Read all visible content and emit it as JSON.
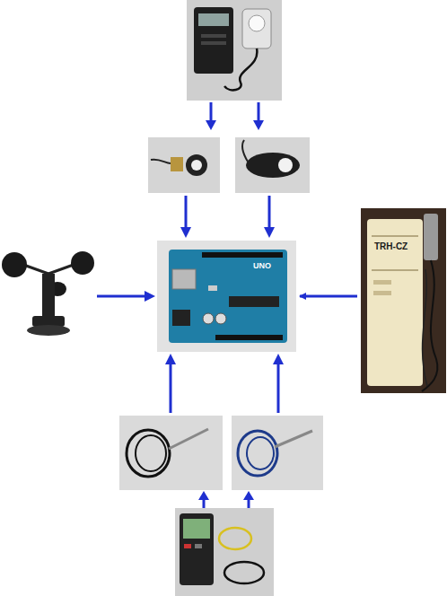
{
  "diagram": {
    "nodes": [
      {
        "text": [
          "UNO"
        ]
      },
      {
        "text": [
          "TRH-CZ"
        ]
      }
    ],
    "edges": [
      {
        "from": 1,
        "to": 0,
        "arrow": "to"
      }
    ]
  }
}
